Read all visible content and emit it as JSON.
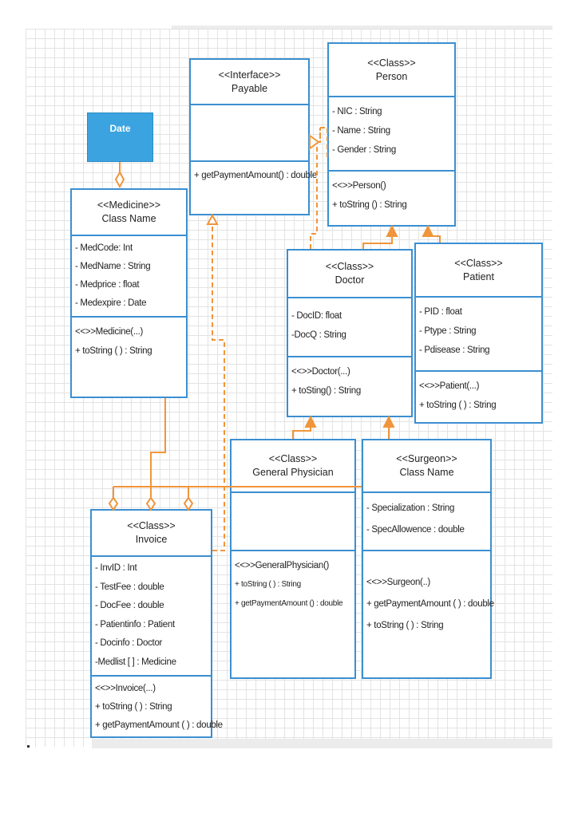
{
  "colors": {
    "border": "#3b8fd1",
    "connector": "#f0953b",
    "date_fill": "#3ba4e0",
    "grid": "#e3e3e3"
  },
  "date": {
    "label": "Date"
  },
  "payable": {
    "stereotype": "<<Interface>>",
    "name": "Payable",
    "methods": [
      "+ getPaymentAmount() : double"
    ]
  },
  "person": {
    "stereotype": "<<Class>>",
    "name": "Person",
    "attributes": [
      "- NIC : String",
      "- Name : String",
      "- Gender : String"
    ],
    "methods": [
      "<<>>Person()",
      "+ toString () : String"
    ]
  },
  "medicine": {
    "stereotype": "<<Medicine>>",
    "name": "Class Name",
    "attributes": [
      "- MedCode: Int",
      "- MedName : String",
      "- Medprice : float",
      "- Medexpire : Date"
    ],
    "methods": [
      "<<>>Medicine(...)",
      "+ toString ( ) : String"
    ]
  },
  "doctor": {
    "stereotype": "<<Class>>",
    "name": "Doctor",
    "attributes": [
      "- DocID: float",
      "-DocQ : String"
    ],
    "methods": [
      "<<>>Doctor(...)",
      "+ toSting() : String"
    ]
  },
  "patient": {
    "stereotype": "<<Class>>",
    "name": "Patient",
    "attributes": [
      "- PID : float",
      "- Ptype : String",
      "- Pdisease : String"
    ],
    "methods": [
      "<<>>Patient(...)",
      "+ toString ( ) : String"
    ]
  },
  "general_physician": {
    "stereotype": "<<Class>>",
    "name": "General Physician",
    "methods": [
      "<<>>GeneralPhysician()",
      "+ toString (  ) : String",
      "+ getPaymentAmount () : double"
    ]
  },
  "surgeon": {
    "stereotype": "<<Surgeon>>",
    "name": "Class Name",
    "attributes": [
      "- Specialization : String",
      "- SpecAllowence : double"
    ],
    "methods": [
      "<<>>Surgeon(..)",
      "+ getPaymentAmount (  ) : double",
      "+ toString ( ) : String"
    ]
  },
  "invoice": {
    "stereotype": "<<Class>>",
    "name": "Invoice",
    "attributes": [
      "- InvID : Int",
      "- TestFee : double",
      "- DocFee : double",
      "- Patientinfo : Patient",
      "- Docinfo : Doctor",
      "-Medlist [ ] : Medicine"
    ],
    "methods": [
      "<<>>Invoice(...)",
      "+ toString ( ) : String",
      "+ getPaymentAmount (  ) : double"
    ]
  }
}
